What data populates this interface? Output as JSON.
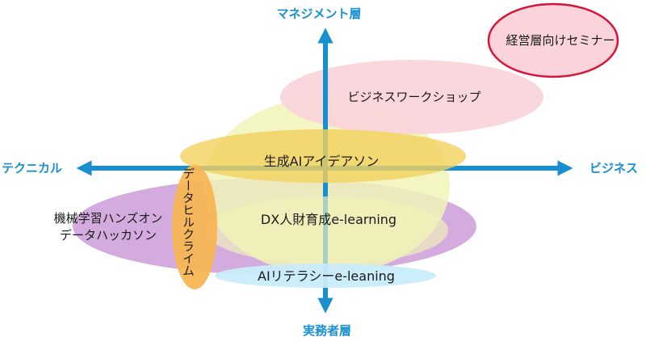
{
  "axes": {
    "top": "マネジメント層",
    "bottom": "実務者層",
    "left": "テクニカル",
    "right": "ビジネス"
  },
  "items": {
    "seminar": "経営層向けセミナー",
    "workshop": "ビジネスワークショップ",
    "ideathon": "生成AIアイデアソン",
    "dx_elearning": "DX人財育成e-learning",
    "ml_hands_on_line1": "機械学習ハンズオン",
    "ml_hands_on_line2": "データハッカソン",
    "data_hill_climb": "データヒルクライム",
    "ai_literacy": "AIリテラシーe-leaning"
  },
  "colors": {
    "axis": "#1a8fd0",
    "seminar_fill": "#fad4da",
    "seminar_stroke": "#d8133a",
    "workshop": "#fad4da",
    "ideathon": "#f3d15e",
    "dx_elearning": "#f1f3b8",
    "ml_hands_on": "#cfa2dc",
    "data_hill_climb": "#f7b653",
    "ai_literacy": "#c9ecfa"
  }
}
